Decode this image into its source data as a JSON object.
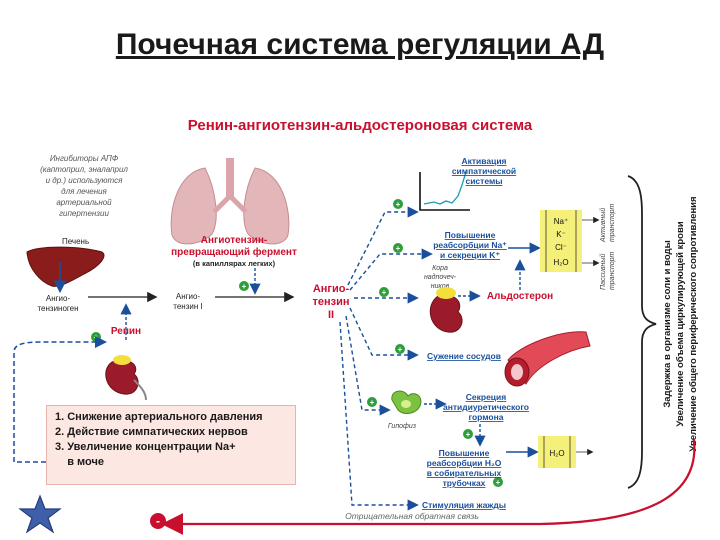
{
  "slide_title": "Почечная система регуляции АД",
  "diagram": {
    "header": "Ренин-ангиотензин-альдостероновая система",
    "ace_note": [
      "Ингибиторы АПФ",
      "(каптоприл, эналаприл",
      "и др.) используются",
      "для лечения",
      "артериальной",
      "гипертензии"
    ],
    "liver": "Печень",
    "angiotensinogen": [
      "Ангио-",
      "тензиноген"
    ],
    "angiotensin1": [
      "Ангио-",
      "тензин I"
    ],
    "ace": [
      "Ангиотензин-",
      "превращающий фермент"
    ],
    "ace_location": "(в капиллярах легких)",
    "angiotensin2": [
      "Ангио-",
      "тензин",
      "II"
    ],
    "renin": "Ренин",
    "sympathetic": [
      "Активация",
      "симпатической",
      "системы"
    ],
    "reabsorption_na": [
      "Повышение",
      "реабсорбции Na⁺",
      "и секреции K⁺"
    ],
    "adrenal_cortex": [
      "Кора",
      "надпочеч-",
      "ников"
    ],
    "aldosterone": "Альдостерон",
    "vasoconstriction": "Сужение сосудов",
    "adh": [
      "Секреция",
      "антидиуретического",
      "гормона"
    ],
    "pituitary": "Гипофиз",
    "water_reabsorption": [
      "Повышение",
      "реабсорбции H₂O",
      "в собирательных",
      "трубочках"
    ],
    "thirst": "Стимуляция жажды",
    "feedback": "Отрицательная обратная связь",
    "transport_ions": [
      "Na⁺",
      "K⁻",
      "Cl⁻",
      "H₂O"
    ],
    "active_transport": [
      "Активный",
      "транспорт"
    ],
    "passive_transport": [
      "Пассивный",
      "транспорт"
    ],
    "effects": [
      "Задержка в организме соли и воды",
      "Увеличение объема циркулирующей крови",
      "Увеличение общего периферического сопротивления"
    ],
    "h2o_label": "H₂O",
    "plus": "+",
    "minus": "-",
    "conditions": [
      "1. Снижение артериального давления",
      "2. Действие симпатических нервов",
      "3. Увеличение концентрации Na+",
      "    в моче"
    ]
  },
  "colors": {
    "accent_blue": "#1a4f9c",
    "accent_red": "#c8102e",
    "plus_green": "#2e9e3a",
    "box_pink": "#fde7e3",
    "star_blue": "#3f5fa8"
  }
}
